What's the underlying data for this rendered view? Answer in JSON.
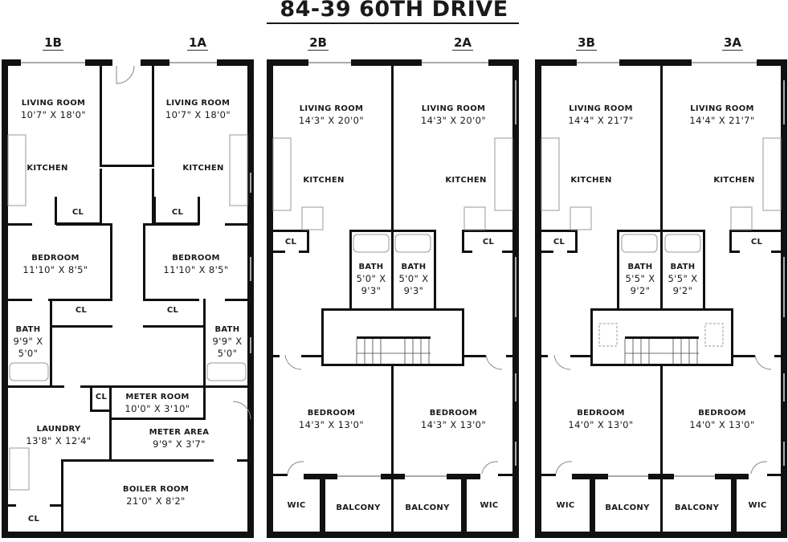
{
  "title": "84-39 60TH DRIVE",
  "units": {
    "u1B": "1B",
    "u1A": "1A",
    "u2B": "2B",
    "u2A": "2A",
    "u3B": "3B",
    "u3A": "3A"
  },
  "floor1": {
    "living_1b": {
      "name": "LIVING ROOM",
      "dims": "10'7\" X 18'0\""
    },
    "living_1a": {
      "name": "LIVING ROOM",
      "dims": "10'7\" X 18'0\""
    },
    "kitchen_1b": {
      "name": "KITCHEN"
    },
    "kitchen_1a": {
      "name": "KITCHEN"
    },
    "cl_1b_kitchen": {
      "name": "CL"
    },
    "cl_1a_kitchen": {
      "name": "CL"
    },
    "bedroom_1b": {
      "name": "BEDROOM",
      "dims": "11'10\" X 8'5\""
    },
    "bedroom_1a": {
      "name": "BEDROOM",
      "dims": "11'10\" X 8'5\""
    },
    "cl_1b_bed": {
      "name": "CL"
    },
    "cl_1a_bed": {
      "name": "CL"
    },
    "bath_1b": {
      "name": "BATH",
      "dims1": "9'9\" X",
      "dims2": "5'0\""
    },
    "bath_1a": {
      "name": "BATH",
      "dims1": "9'9\" X",
      "dims2": "5'0\""
    },
    "cl_laundry": {
      "name": "CL"
    },
    "meter_room": {
      "name": "METER ROOM",
      "dims": "10'0\" X 3'10\""
    },
    "laundry": {
      "name": "LAUNDRY",
      "dims": "13'8\" X 12'4\""
    },
    "meter_area": {
      "name": "METER AREA",
      "dims": "9'9\" X 3'7\""
    },
    "boiler_room": {
      "name": "BOILER ROOM",
      "dims": "21'0\" X 8'2\""
    },
    "cl_bottom": {
      "name": "CL"
    }
  },
  "floor2": {
    "living_2b": {
      "name": "LIVING ROOM",
      "dims": "14'3\" X 20'0\""
    },
    "living_2a": {
      "name": "LIVING ROOM",
      "dims": "14'3\" X 20'0\""
    },
    "kitchen_2b": {
      "name": "KITCHEN"
    },
    "kitchen_2a": {
      "name": "KITCHEN"
    },
    "cl_2b": {
      "name": "CL"
    },
    "cl_2a": {
      "name": "CL"
    },
    "bath_2b": {
      "name": "BATH",
      "dims1": "5'0\" X",
      "dims2": "9'3\""
    },
    "bath_2a": {
      "name": "BATH",
      "dims1": "5'0\" X",
      "dims2": "9'3\""
    },
    "bedroom_2b": {
      "name": "BEDROOM",
      "dims": "14'3\" X 13'0\""
    },
    "bedroom_2a": {
      "name": "BEDROOM",
      "dims": "14'3\" X 13'0\""
    },
    "wic_2b": {
      "name": "WIC"
    },
    "wic_2a": {
      "name": "WIC"
    },
    "balcony_2b": {
      "name": "BALCONY"
    },
    "balcony_2a": {
      "name": "BALCONY"
    }
  },
  "floor3": {
    "living_3b": {
      "name": "LIVING ROOM",
      "dims": "14'4\" X 21'7\""
    },
    "living_3a": {
      "name": "LIVING ROOM",
      "dims": "14'4\" X 21'7\""
    },
    "kitchen_3b": {
      "name": "KITCHEN"
    },
    "kitchen_3a": {
      "name": "KITCHEN"
    },
    "cl_3b": {
      "name": "CL"
    },
    "cl_3a": {
      "name": "CL"
    },
    "bath_3b": {
      "name": "BATH",
      "dims1": "5'5\" X",
      "dims2": "9'2\""
    },
    "bath_3a": {
      "name": "BATH",
      "dims1": "5'5\" X",
      "dims2": "9'2\""
    },
    "bedroom_3b": {
      "name": "BEDROOM",
      "dims": "14'0\" X 13'0\""
    },
    "bedroom_3a": {
      "name": "BEDROOM",
      "dims": "14'0\" X 13'0\""
    },
    "wic_3b": {
      "name": "WIC"
    },
    "wic_3a": {
      "name": "WIC"
    },
    "balcony_3b": {
      "name": "BALCONY"
    },
    "balcony_3a": {
      "name": "BALCONY"
    }
  },
  "colors": {
    "wall": "#111111",
    "window": "#aaaaaa",
    "fixture": "#999999",
    "background": "#ffffff"
  }
}
